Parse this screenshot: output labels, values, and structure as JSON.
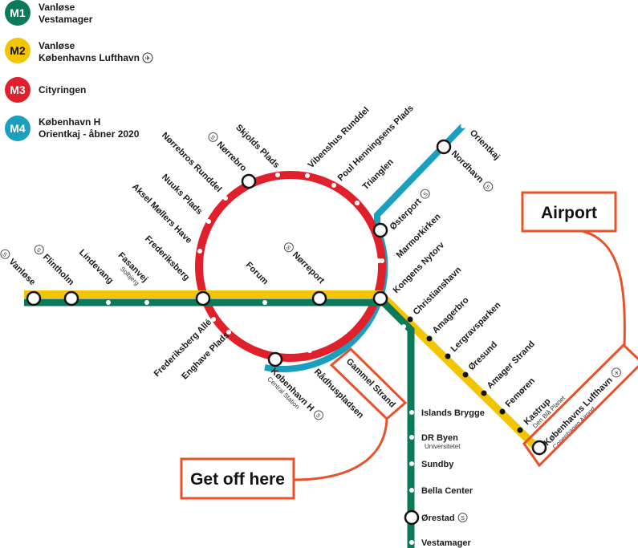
{
  "colors": {
    "m1": "#0b7a5a",
    "m2": "#f2c500",
    "m3": "#e0202a",
    "m4": "#1aa0be",
    "callout": "#e8512a"
  },
  "legend": [
    {
      "badge": "M1",
      "lines": [
        "Vanløse",
        "Vestamager"
      ]
    },
    {
      "badge": "M2",
      "lines": [
        "Vanløse",
        "Københavns Lufthavn"
      ],
      "icon": "airplane-icon"
    },
    {
      "badge": "M3",
      "lines": [
        "Cityringen"
      ]
    },
    {
      "badge": "M4",
      "lines": [
        "København H",
        "Orientkaj - åbner 2020"
      ]
    }
  ],
  "stations": [
    {
      "name": "Vanløse",
      "icon": "train-icon"
    },
    {
      "name": "Flintholm",
      "icon": "train-icon"
    },
    {
      "name": "Lindevang"
    },
    {
      "name": "Fasanvej",
      "sub": "Solbjerg"
    },
    {
      "name": "Frederiksberg"
    },
    {
      "name": "Forum"
    },
    {
      "name": "Nørreport",
      "icon": "train-icon"
    },
    {
      "name": "Kongens Nytorv"
    },
    {
      "name": "Aksel Møllers Have"
    },
    {
      "name": "Nuuks Plads"
    },
    {
      "name": "Nørrebros Runddel"
    },
    {
      "name": "Nørrebro",
      "icon": "train-icon"
    },
    {
      "name": "Skjolds Plads"
    },
    {
      "name": "Vibenshus Runddel"
    },
    {
      "name": "Poul Henningsens Plads"
    },
    {
      "name": "Trianglen"
    },
    {
      "name": "Østerport",
      "icon": "train-icon"
    },
    {
      "name": "Marmorkirken"
    },
    {
      "name": "Nordhavn",
      "icon": "train-icon"
    },
    {
      "name": "Orientkaj"
    },
    {
      "name": "Frederiksberg Allé"
    },
    {
      "name": "Enghave Plads"
    },
    {
      "name": "København H",
      "sub": "Central Station",
      "icon": "train-icon"
    },
    {
      "name": "Rådhuspladsen"
    },
    {
      "name": "Gammel Strand"
    },
    {
      "name": "Christianshavn"
    },
    {
      "name": "Amagerbro"
    },
    {
      "name": "Lergravsparken"
    },
    {
      "name": "Øresund"
    },
    {
      "name": "Amager Strand"
    },
    {
      "name": "Femøren"
    },
    {
      "name": "Kastrup",
      "sub": "Den Blå Planet"
    },
    {
      "name": "Københavns Lufthavn",
      "sub": "Copenhagen Airport",
      "icon": "airplane-icon"
    },
    {
      "name": "Islands Brygge"
    },
    {
      "name": "DR Byen",
      "sub": "Universitetet"
    },
    {
      "name": "Sundby"
    },
    {
      "name": "Bella Center"
    },
    {
      "name": "Ørestad",
      "icon": "train-icon"
    },
    {
      "name": "Vestamager"
    }
  ],
  "callouts": {
    "airport": "Airport",
    "get_off": "Get off here"
  }
}
